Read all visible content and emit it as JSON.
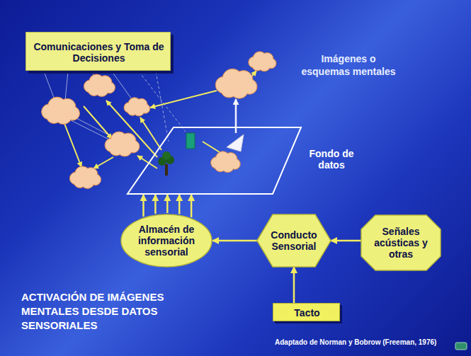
{
  "diagram": {
    "title": "ACTIVACIÓN DE IMÁGENES MENTALES DESDE DATOS SENSORIALES",
    "caption": "Adaptado de Norman y Bobrow (Freeman, 1976)",
    "nodes": [
      {
        "text": [
          "Comunicaciones y Toma de Decisiones"
        ]
      },
      {
        "text": [
          "Almacén de información sensorial"
        ]
      },
      {
        "text": [
          "Conducto Sensorial"
        ]
      },
      {
        "text": [
          "Señales acústicas y otras"
        ]
      },
      {
        "text": [
          "Tacto"
        ]
      },
      {
        "text": [
          "Fondo de datos"
        ]
      }
    ],
    "edges": [
      {
        "from": 3,
        "to": 2,
        "arrow": "to"
      },
      {
        "from": 4,
        "to": 2,
        "arrow": "to"
      },
      {
        "from": 2,
        "to": 1,
        "arrow": "to"
      },
      {
        "from": 1,
        "to": 5,
        "arrow": "to"
      }
    ],
    "labels": [
      "Imágenes o esquemas mentales"
    ]
  }
}
